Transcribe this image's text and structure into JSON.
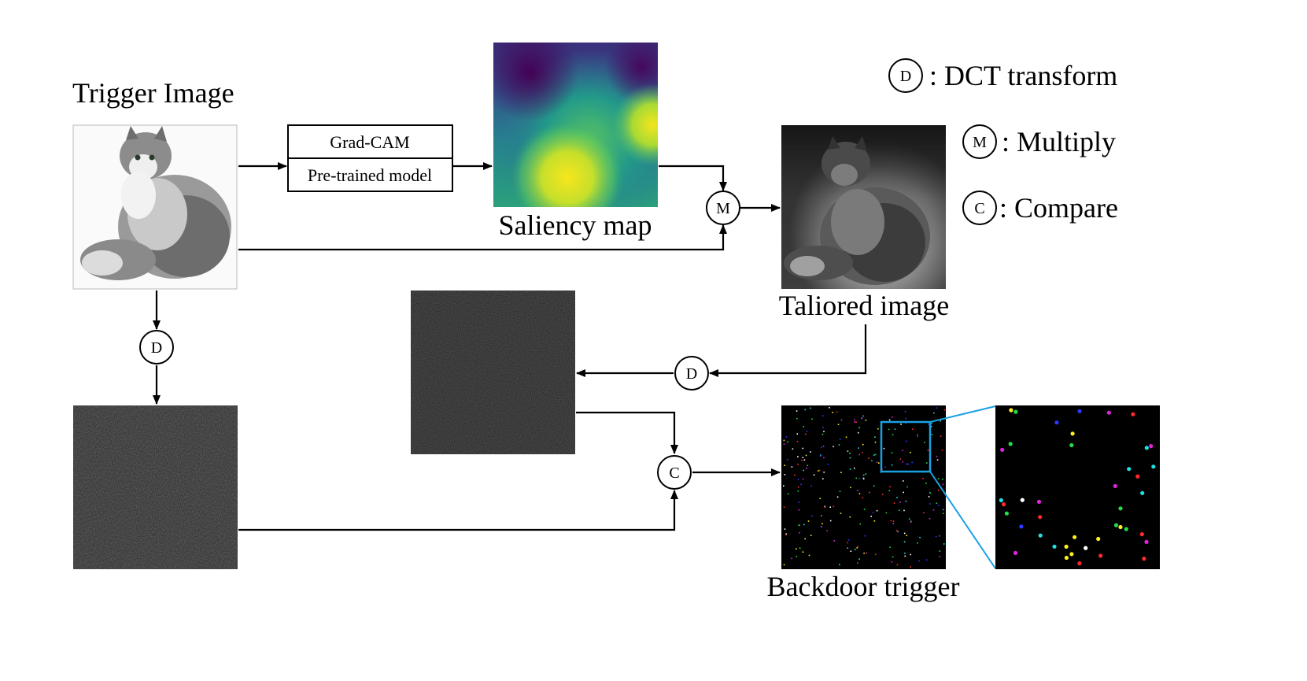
{
  "trigger_image": {
    "title": "Trigger Image"
  },
  "model_box": {
    "top_label": "Grad-CAM",
    "bottom_label": "Pre-trained model"
  },
  "saliency_map": {
    "label": "Saliency map"
  },
  "tailored_image": {
    "label": "Taliored image"
  },
  "backdoor_trigger": {
    "label": "Backdoor trigger"
  },
  "nodes": {
    "dct_left": "D",
    "dct_right": "D",
    "multiply": "M",
    "compare": "C"
  },
  "legend": [
    {
      "symbol": "D",
      "text": ": DCT transform"
    },
    {
      "symbol": "M",
      "text": ": Multiply"
    },
    {
      "symbol": "C",
      "text": ": Compare"
    }
  ],
  "colors": {
    "zoom_connector": "#1ba1e2",
    "trigger_dot_palette": [
      "#ff2a2a",
      "#22dd44",
      "#2a3cff",
      "#ffffff",
      "#ffee22",
      "#22e0e0",
      "#e022e0"
    ]
  }
}
